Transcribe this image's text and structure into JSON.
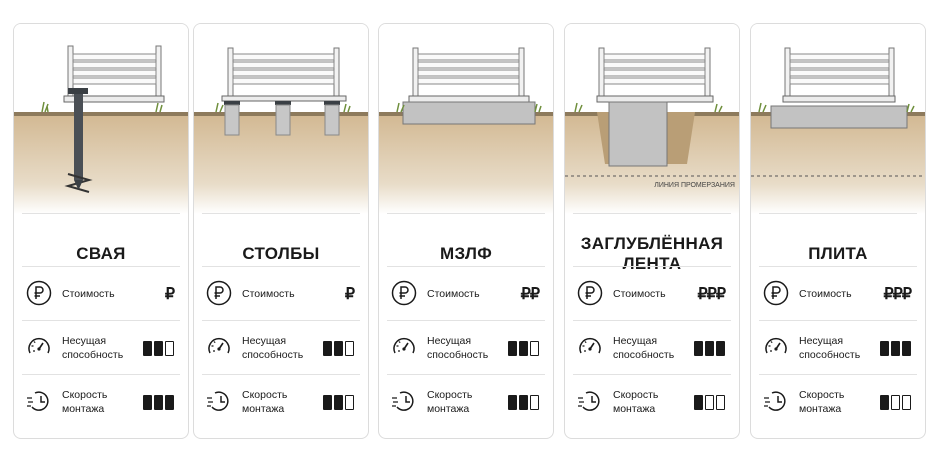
{
  "cards": [
    {
      "title": "СВАЯ",
      "cost": 1,
      "bearing": 2,
      "speed": 3
    },
    {
      "title": "СТОЛБЫ",
      "cost": 1,
      "bearing": 2,
      "speed": 2
    },
    {
      "title": "МЗЛФ",
      "cost": 2,
      "bearing": 2,
      "speed": 2
    },
    {
      "title": "ЗАГЛУБЛЁННАЯ\nЛЕНТА",
      "cost": 3,
      "bearing": 3,
      "speed": 1
    },
    {
      "title": "ПЛИТА",
      "cost": 3,
      "bearing": 3,
      "speed": 1
    }
  ],
  "labels": {
    "cost": "Стоимость",
    "bearing": "Несущая\nспособность",
    "speed": "Скорость\nмонтажа",
    "freeze_line": "ЛИНИЯ ПРОМЕРЗАНИЯ",
    "currency_symbol": "₽"
  },
  "icons": {
    "cost": "ruble-circle-icon",
    "bearing": "gauge-icon",
    "speed": "clock-speed-icon"
  },
  "colors": {
    "soil": "#d9c4a3",
    "soil_dark": "#b99e76",
    "concrete": "#bcbcbc",
    "pile": "#4a4f55",
    "grass": "#7a9a4a",
    "text": "#1a1a1a",
    "border": "#dcdcdc"
  }
}
